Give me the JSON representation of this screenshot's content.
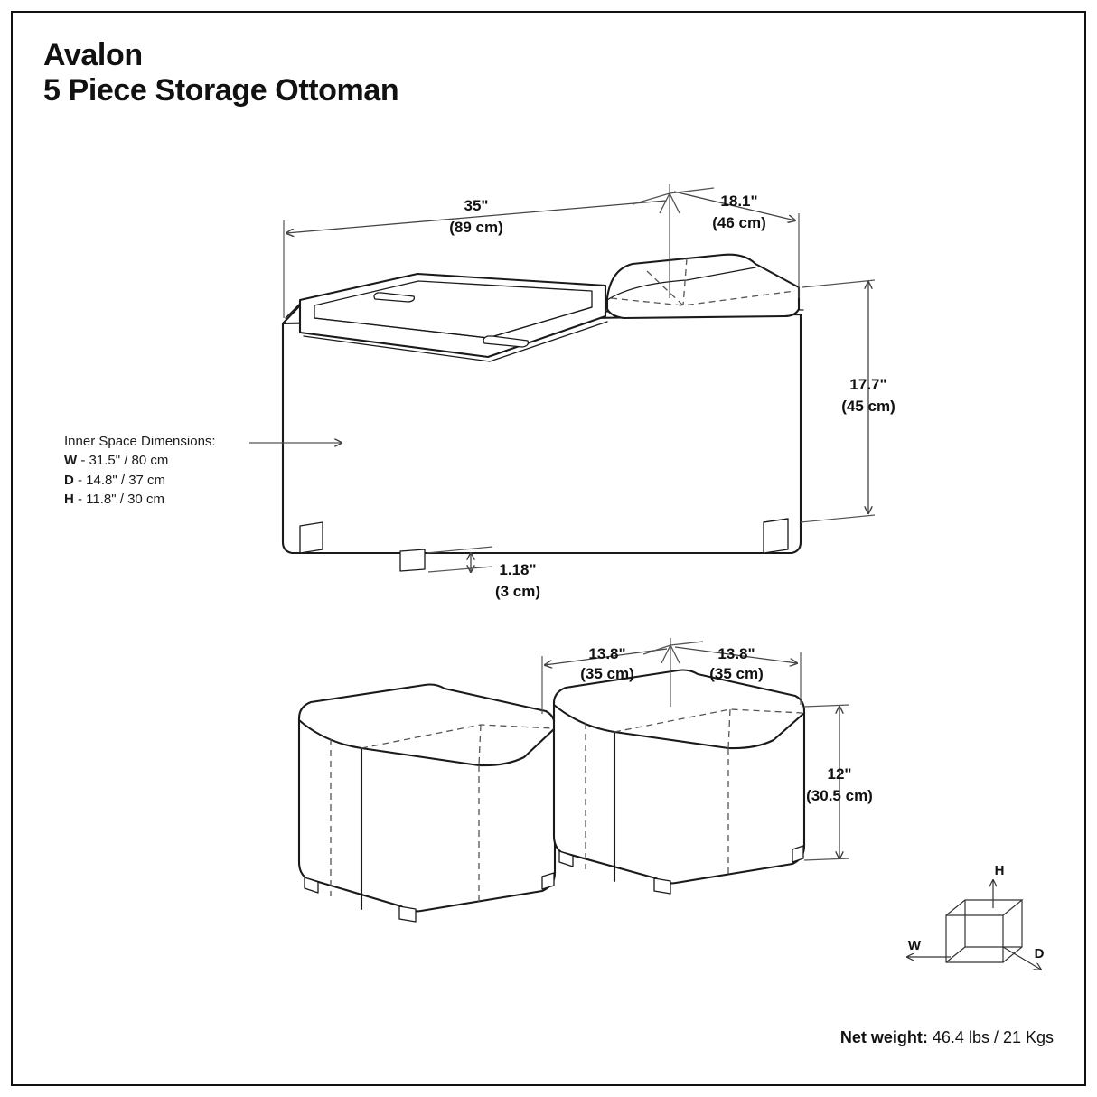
{
  "document": {
    "product_name": "Avalon",
    "product_subtitle": "5 Piece Storage Ottoman"
  },
  "inner_space": {
    "heading": "Inner Space Dimensions:",
    "rows": [
      {
        "key": "W",
        "value": "- 31.5\" / 80 cm"
      },
      {
        "key": "D",
        "value": "- 14.8\" / 37 cm"
      },
      {
        "key": "H",
        "value": "- 11.8\" / 30 cm"
      }
    ]
  },
  "bench_dimensions": {
    "width_in": "35\"",
    "width_cm": "(89 cm)",
    "depth_in": "18.1\"",
    "depth_cm": "(46 cm)",
    "height_in": "17.7\"",
    "height_cm": "(45 cm)",
    "foot_in": "1.18\"",
    "foot_cm": "(3 cm)"
  },
  "cube_dimensions": {
    "left_width_in": "13.8\"",
    "left_width_cm": "(35 cm)",
    "right_width_in": "13.8\"",
    "right_width_cm": "(35 cm)",
    "height_in": "12\"",
    "height_cm": "(30.5 cm)"
  },
  "axis_legend": {
    "width_label": "W",
    "height_label": "H",
    "depth_label": "D"
  },
  "footer": {
    "net_weight_label": "Net weight:",
    "net_weight_value": "46.4 lbs / 21 Kgs"
  },
  "colors": {
    "ink": "#111111",
    "line": "#1a1a1a",
    "dim": "#444444",
    "seam": "#555555",
    "background": "#ffffff"
  }
}
